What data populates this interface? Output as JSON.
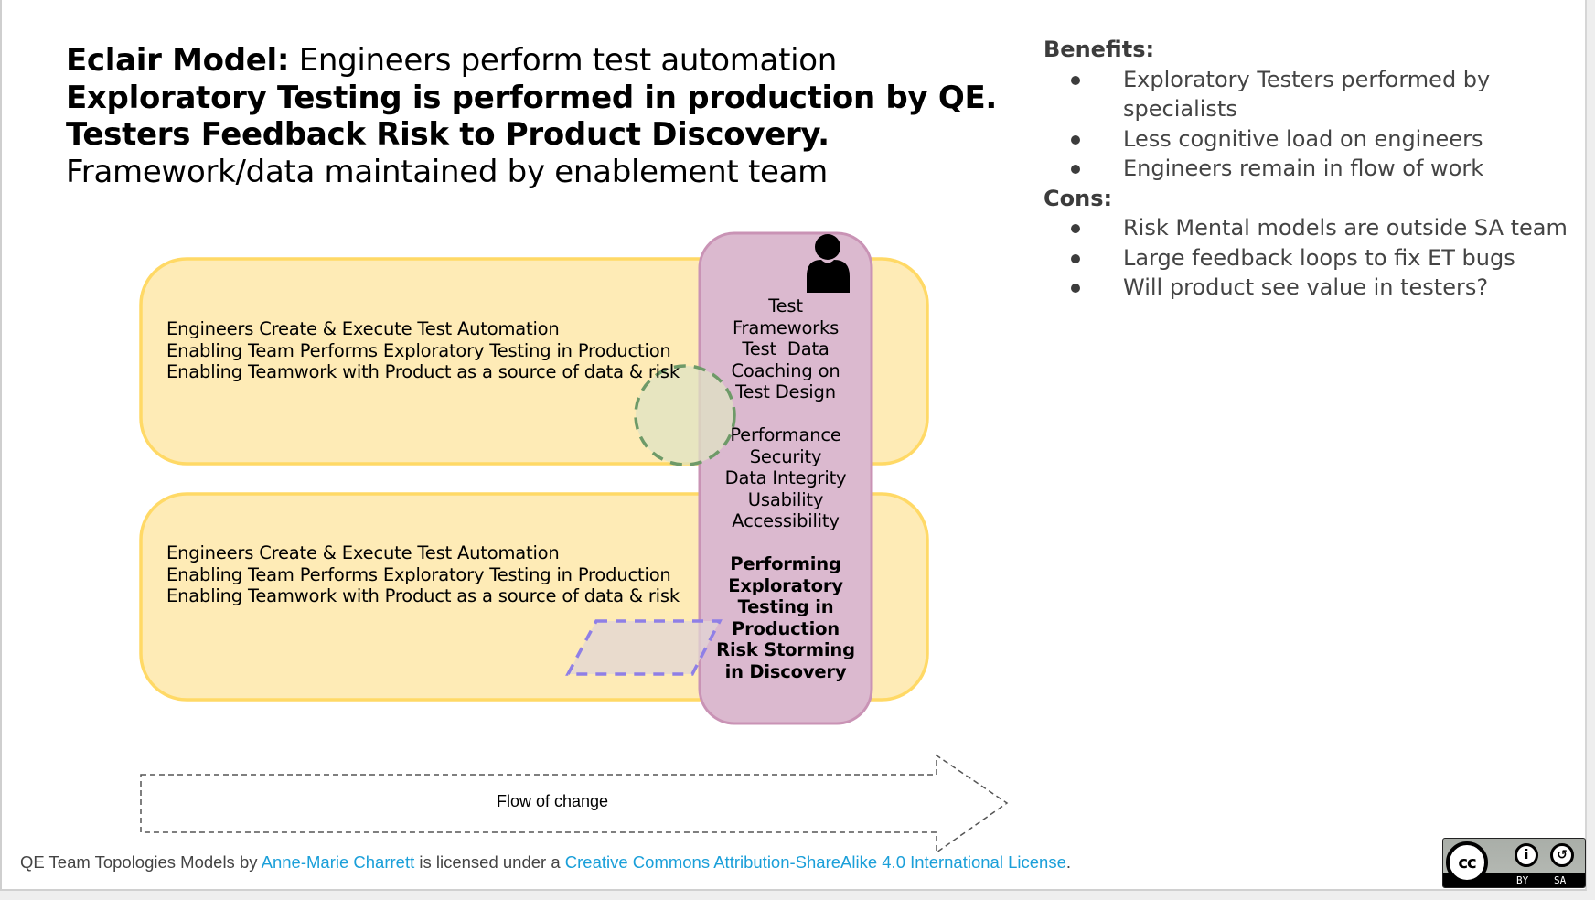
{
  "title": {
    "line1_bold": "Eclair Model:",
    "line1_regular": " Engineers perform test automation",
    "line2": "Exploratory Testing is performed in production by QE.",
    "line3": "Testers Feedback Risk to Product Discovery.",
    "line4": "Framework/data  maintained by enablement team"
  },
  "benefits": {
    "heading": "Benefits:",
    "items": [
      "Exploratory Testers performed by specialists",
      "Less cognitive load on engineers",
      "Engineers remain in flow of work"
    ]
  },
  "cons": {
    "heading": "Cons:",
    "items": [
      "Risk Mental models are outside SA team",
      "Large feedback loops to fix ET bugs",
      "Will product see value in testers?"
    ]
  },
  "diagram": {
    "stream_teams": [
      {
        "lines": [
          "Engineers Create & Execute Test Automation",
          "Enabling Team Performs Exploratory Testing in Production",
          "Enabling Teamwork with Product as a source of data & risk"
        ]
      },
      {
        "lines": [
          "Engineers Create & Execute Test Automation",
          "Enabling Team Performs Exploratory Testing in Production",
          "Enabling Teamwork with Product as a source of data & risk"
        ]
      }
    ],
    "enabling_team": {
      "icon": "person-icon",
      "group1": [
        "Test",
        "Frameworks",
        "Test  Data",
        "Coaching on",
        "Test Design"
      ],
      "group2": [
        "Performance",
        "Security",
        "Data Integrity",
        "Usability",
        "Accessibility"
      ],
      "group3_bold": [
        "Performing",
        "Exploratory",
        "Testing in",
        "Production",
        "Risk Storming",
        "in Discovery"
      ]
    },
    "flow_label": "Flow of change",
    "colors": {
      "stream_fill": "#feebb6",
      "stream_border": "#ffd966",
      "enabling_fill": "#dbb9cf",
      "enabling_border": "#c993b5",
      "collab_circle_fill": "#dfe3c3",
      "collab_circle_border": "#6e9a68",
      "facilitating_fill": "#e1d5d4",
      "facilitating_border": "#8f7fe6"
    }
  },
  "footer": {
    "work_title": "QE Team Topologies Models",
    "by": " by ",
    "author": "Anne-Marie Charrett",
    "licensed": " is licensed under a ",
    "license": "Creative Commons Attribution-ShareAlike 4.0 International License",
    "end": "."
  },
  "cc_badge": {
    "cc": "cc",
    "by": "BY",
    "sa": "SA"
  }
}
